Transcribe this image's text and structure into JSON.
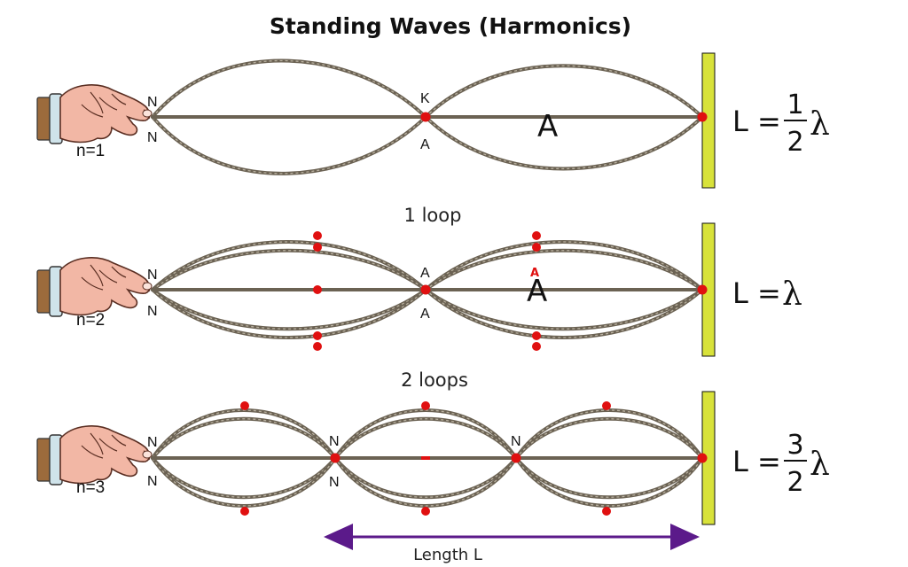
{
  "title": "Standing Waves (Harmonics)",
  "captions": {
    "one_loop": "1 loop",
    "two_loops": "2 loops"
  },
  "harmonics": [
    {
      "n_label": "n=1",
      "loops": 2,
      "node_labels": {
        "left_top": "N",
        "left_bottom": "N",
        "mid_top": "K",
        "mid_bottom": "A"
      },
      "big_label": "A",
      "equation": {
        "prefix": "L =",
        "numerator": "1",
        "denominator": "2",
        "lambda": "λ"
      }
    },
    {
      "n_label": "n=2",
      "loops": 2,
      "node_labels": {
        "left_top": "N",
        "left_bottom": "N",
        "mid_top": "A",
        "mid_bottom": "A"
      },
      "big_label": "A",
      "small_red_label": "A",
      "equation": {
        "prefix": "L =",
        "lambda": "λ"
      }
    },
    {
      "n_label": "n=3",
      "loops": 3,
      "node_labels": {
        "left_top": "N",
        "left_bottom": "N",
        "n1_top": "N",
        "n1_bottom": "N",
        "n2_top": "N"
      },
      "equation": {
        "prefix": "L =",
        "numerator": "3",
        "denominator": "2",
        "lambda": "λ"
      }
    }
  ],
  "length_label": "Length L",
  "colors": {
    "rope": "#6b6253",
    "dot": "#e01010",
    "wall": "#d8e23a",
    "arrow": "#5b1a8a",
    "skin": "#f2b7a5"
  }
}
